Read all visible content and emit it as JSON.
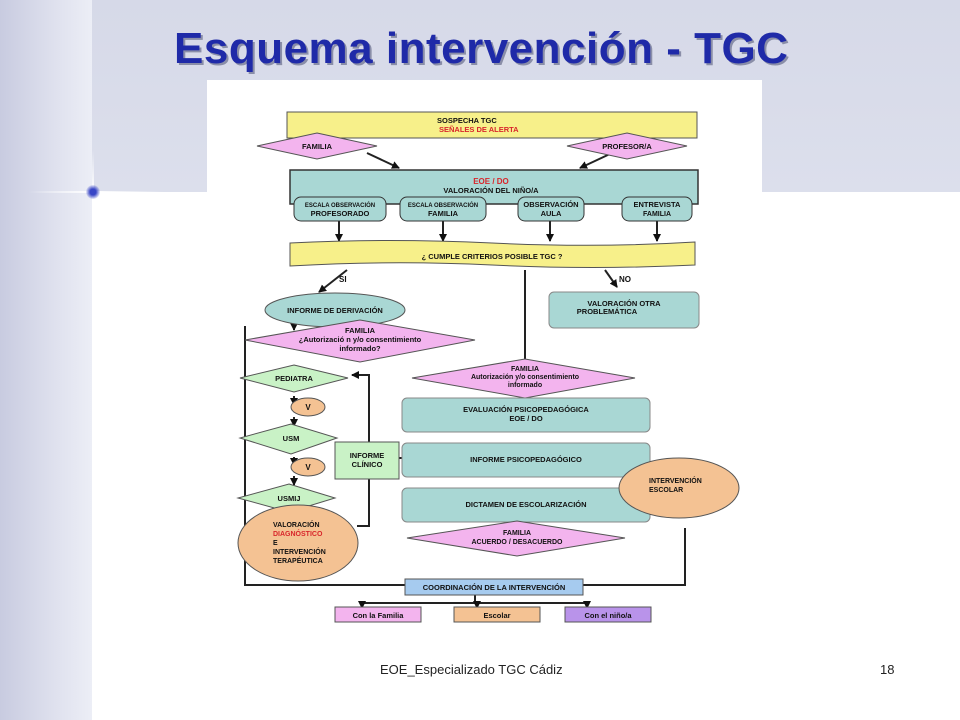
{
  "slide": {
    "title": "Esquema intervención - TGC",
    "footer": "EOE_Especializado TGC Cádiz",
    "page_number": "18"
  },
  "diagram": {
    "sospecha": [
      "SOSPECHA  TGC",
      "SEÑALES DE ALERTA"
    ],
    "familia_top": "FAMILIA",
    "profesor": "PROFESOR/A",
    "eoe_header": "EOE / DO",
    "valoracion_header": "VALORACIÓN DEL NIÑO/A",
    "esc_prof": [
      "ESCALA OBSERVACIÓN",
      "PROFESORADO"
    ],
    "esc_fam": [
      "ESCALA OBSERVACIÓN",
      "FAMILIA"
    ],
    "obs_aula": [
      "OBSERVACIÓN",
      "AULA"
    ],
    "entrevista": [
      "ENTREVISTA",
      "FAMILIA"
    ],
    "criterios": "¿ CUMPLE CRITERIOS POSIBLE TGC ?",
    "si": "SI",
    "no": "NO",
    "valoracion_otra": [
      "VALORACIÓN  OTRA",
      "PROBLEMÁTICA"
    ],
    "informe_derivacion": "INFORME DE DERIVACIÓN",
    "familia_autorizacion": [
      "FAMILIA",
      "¿Autorizació n y/o consentimiento",
      "informado?"
    ],
    "pediatra": "PEDIATRA",
    "v1": "V",
    "usm": "USM",
    "v2": "V",
    "usmij": "USMIJ",
    "valoracion_diag": [
      "VALORACIÓN",
      "DIAGNÓSTICO",
      "E",
      "INTERVENCIÓN",
      "TERAPÉUTICA"
    ],
    "informe_clinico": [
      "INFORME",
      "CLÍNICO"
    ],
    "familia_autorizacion2": [
      "FAMILIA",
      "Autorización y/o consentimiento",
      "informado"
    ],
    "evaluacion": [
      "EVALUACIÓN  PSICOPEDAGÓGICA",
      "EOE / DO"
    ],
    "informe_psico": "INFORME PSICOPEDAGÓGICO",
    "dictamen": "DICTAMEN DE ESCOLARIZACIÓN",
    "intervencion_escolar": [
      "INTERVENCIÓN",
      "ESCOLAR"
    ],
    "familia_acuerdo": [
      "FAMILIA",
      "ACUERDO / DESACUERDO"
    ],
    "coordinacion": "COORDINACIÓN DE LA INTERVENCIÓN",
    "con_familia": "Con la Familia",
    "escolar": "Escolar",
    "con_nino": "Con el niño/a",
    "colors": {
      "yellow": "#f7f08a",
      "pink": "#f3b4ee",
      "teal": "#a9d7d4",
      "green": "#c9f2c6",
      "orange": "#f4c293",
      "blue": "#a6cbef",
      "purple": "#b993ea",
      "red_text": "#d8262b"
    }
  }
}
